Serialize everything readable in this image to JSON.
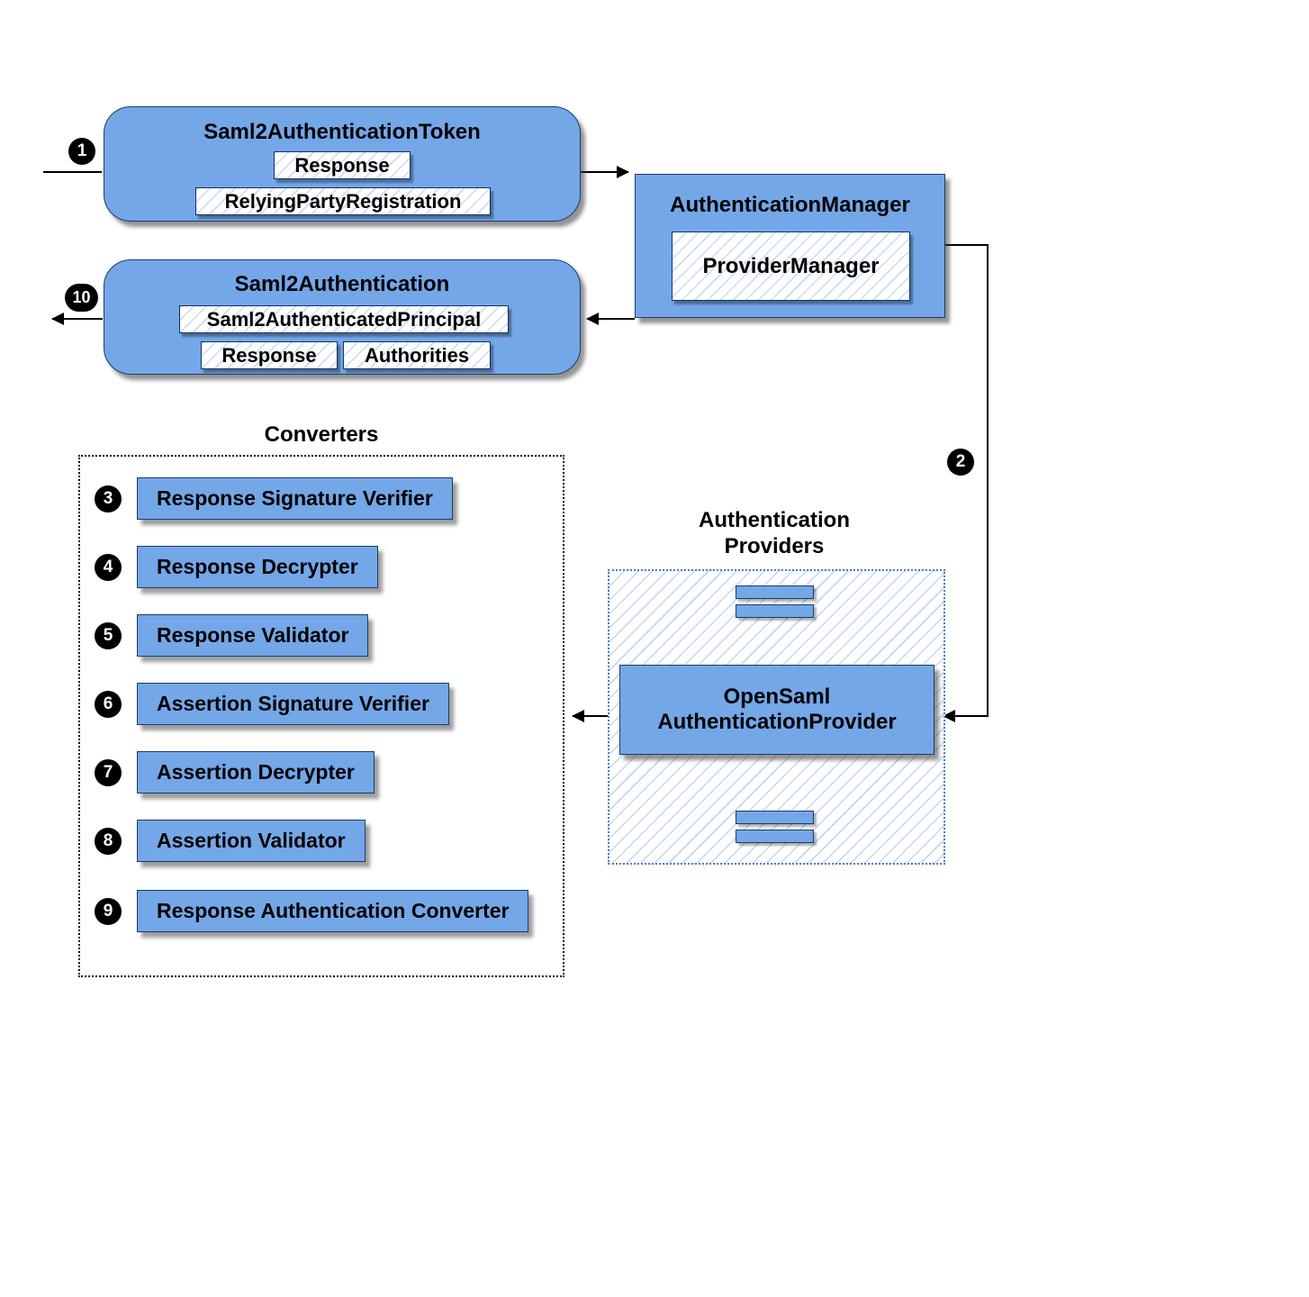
{
  "steps": {
    "s1": "1",
    "s2": "2",
    "s10": "10"
  },
  "token_box": {
    "title": "Saml2AuthenticationToken",
    "response": "Response",
    "registration": "RelyingPartyRegistration"
  },
  "auth_manager": {
    "title": "AuthenticationManager",
    "provider": "ProviderManager"
  },
  "saml2_auth": {
    "title": "Saml2Authentication",
    "principal": "Saml2AuthenticatedPrincipal",
    "response": "Response",
    "authorities": "Authorities"
  },
  "converters": {
    "title": "Converters",
    "items": [
      {
        "num": "3",
        "label": "Response Signature Verifier"
      },
      {
        "num": "4",
        "label": "Response Decrypter"
      },
      {
        "num": "5",
        "label": "Response Validator"
      },
      {
        "num": "6",
        "label": "Assertion Signature Verifier"
      },
      {
        "num": "7",
        "label": "Assertion Decrypter"
      },
      {
        "num": "8",
        "label": "Assertion Validator"
      },
      {
        "num": "9",
        "label": "Response Authentication Converter"
      }
    ]
  },
  "auth_providers": {
    "title_line1": "Authentication",
    "title_line2": "Providers",
    "provider_line1": "OpenSaml",
    "provider_line2": "AuthenticationProvider"
  },
  "colors": {
    "box_blue": "#74a7e8",
    "box_border": "#1b3c66",
    "hatch_blue": "#87afe6",
    "dotted_blue": "#4a7ebb"
  }
}
